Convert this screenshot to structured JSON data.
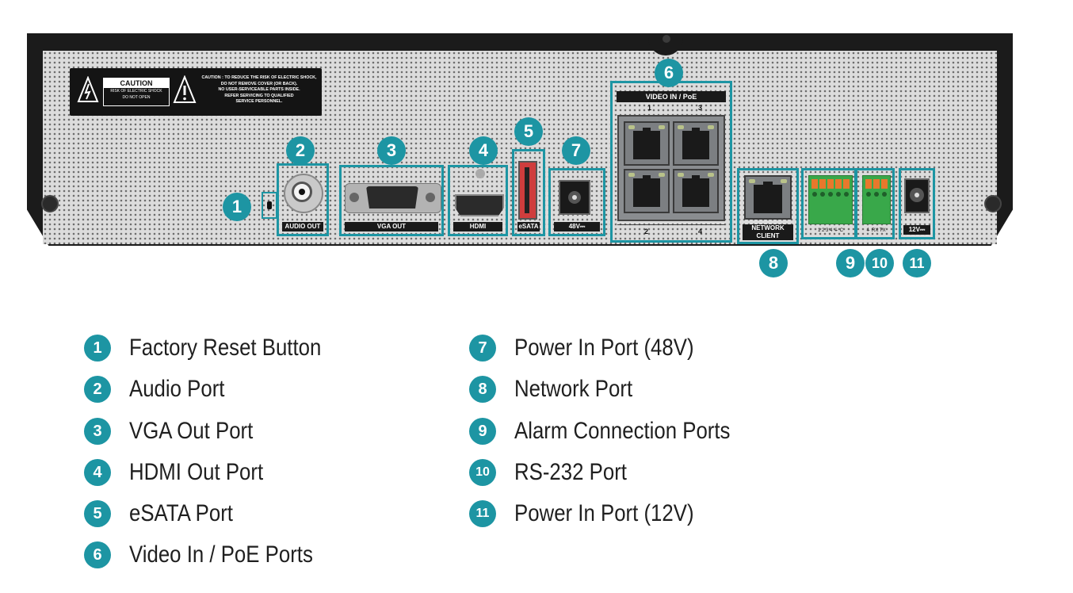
{
  "device": {
    "caution": {
      "title": "CAUTION",
      "subtitle_line1": "RISK OF ELECTRIC SHOCK",
      "subtitle_line2": "DO NOT OPEN",
      "warning_line1": "CAUTION : TO REDUCE THE RISK OF ELECTRIC SHOCK,",
      "warning_line2": "DO NOT REMOVE COVER (OR BACK).",
      "warning_line3": "NO USER-SERVICEABLE PARTS INSIDE.",
      "warning_line4": "REFER SERVICING TO QUALIFIED",
      "warning_line5": "SERVICE PERSONNEL."
    },
    "port_labels": {
      "audio_out": "AUDIO OUT",
      "vga_out": "VGA OUT",
      "hdmi": "HDMI",
      "esata": "eSATA",
      "power_48v": "48V⎓",
      "video_in_poe": "VIDEO IN / PoE",
      "poe_1": "1",
      "poe_2": "2",
      "poe_3": "3",
      "poe_4": "4",
      "network_client_1": "NETWORK",
      "network_client_2": "CLIENT",
      "power_12v": "12V⎓",
      "alarm_pins": "1 2 3 4 ⏚ C",
      "rs232_pins": "⏚ RX TX"
    },
    "badges": [
      "1",
      "2",
      "3",
      "4",
      "5",
      "6",
      "7",
      "8",
      "9",
      "10",
      "11"
    ]
  },
  "legend": {
    "left": [
      {
        "num": "1",
        "label": "Factory Reset Button"
      },
      {
        "num": "2",
        "label": "Audio Port"
      },
      {
        "num": "3",
        "label": "VGA Out Port"
      },
      {
        "num": "4",
        "label": "HDMI Out Port"
      },
      {
        "num": "5",
        "label": "eSATA Port"
      },
      {
        "num": "6",
        "label": "Video In / PoE Ports"
      }
    ],
    "right": [
      {
        "num": "7",
        "label": "Power In Port (48V)"
      },
      {
        "num": "8",
        "label": "Network Port"
      },
      {
        "num": "9",
        "label": "Alarm Connection Ports"
      },
      {
        "num": "10",
        "label": "RS-232 Port"
      },
      {
        "num": "11",
        "label": "Power In Port (12V)"
      }
    ]
  },
  "colors": {
    "accent": "#1d95a3",
    "chassis": "#1b1b1b",
    "panel": "#dcdcdc",
    "terminal_green": "#39a84a",
    "terminal_orange": "#e8782c"
  }
}
